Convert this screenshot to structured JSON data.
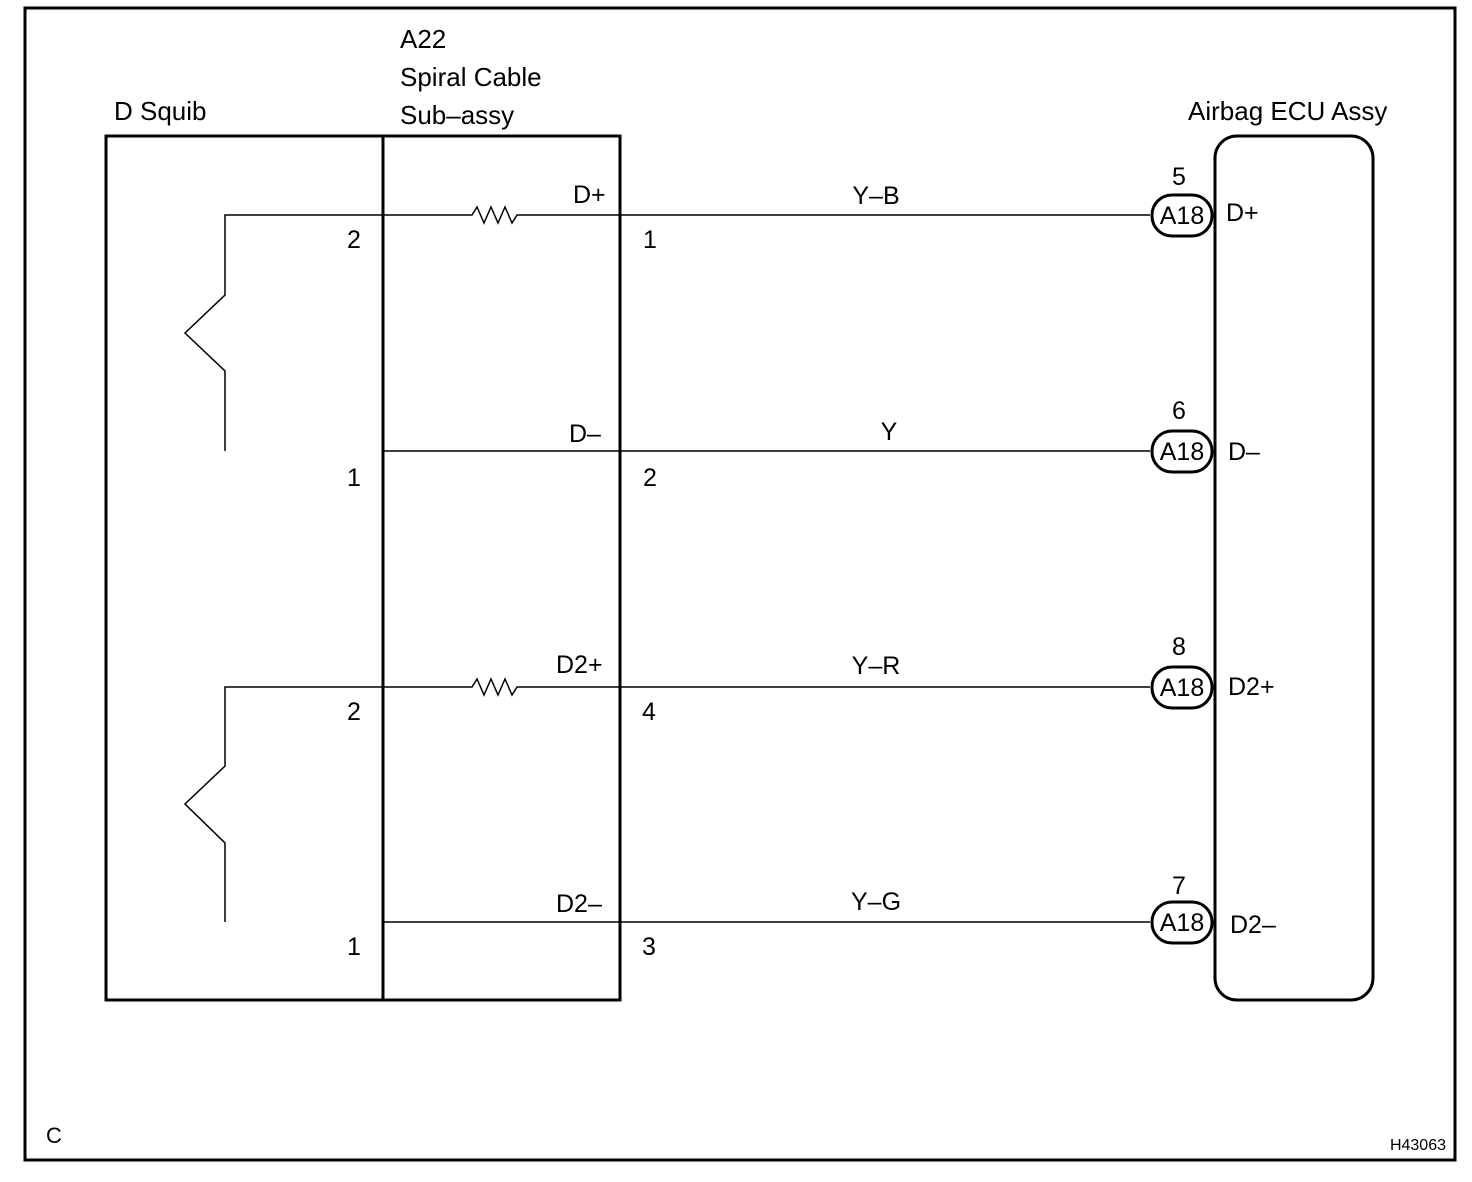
{
  "components": {
    "squib": {
      "label": "D Squib"
    },
    "spiral_cable": {
      "label_lines": [
        "A22",
        "Spiral Cable",
        "Sub–assy"
      ]
    },
    "ecu": {
      "label": "Airbag ECU Assy"
    }
  },
  "circuits": [
    {
      "squib_pin": "2",
      "spiral_signal": "D+",
      "spiral_pin": "1",
      "wire_color": "Y–B",
      "ecu_pin_number": "5",
      "ecu_connector": "A18",
      "ecu_terminal": "D+",
      "has_resistor": true
    },
    {
      "squib_pin": "1",
      "spiral_signal": "D–",
      "spiral_pin": "2",
      "wire_color": "Y",
      "ecu_pin_number": "6",
      "ecu_connector": "A18",
      "ecu_terminal": "D–",
      "has_resistor": false
    },
    {
      "squib_pin": "2",
      "spiral_signal": "D2+",
      "spiral_pin": "4",
      "wire_color": "Y–R",
      "ecu_pin_number": "8",
      "ecu_connector": "A18",
      "ecu_terminal": "D2+",
      "has_resistor": true
    },
    {
      "squib_pin": "1",
      "spiral_signal": "D2–",
      "spiral_pin": "3",
      "wire_color": "Y–G",
      "ecu_pin_number": "7",
      "ecu_connector": "A18",
      "ecu_terminal": "D2–",
      "has_resistor": false
    }
  ],
  "corner_letter": "C",
  "figure_id": "H43063"
}
